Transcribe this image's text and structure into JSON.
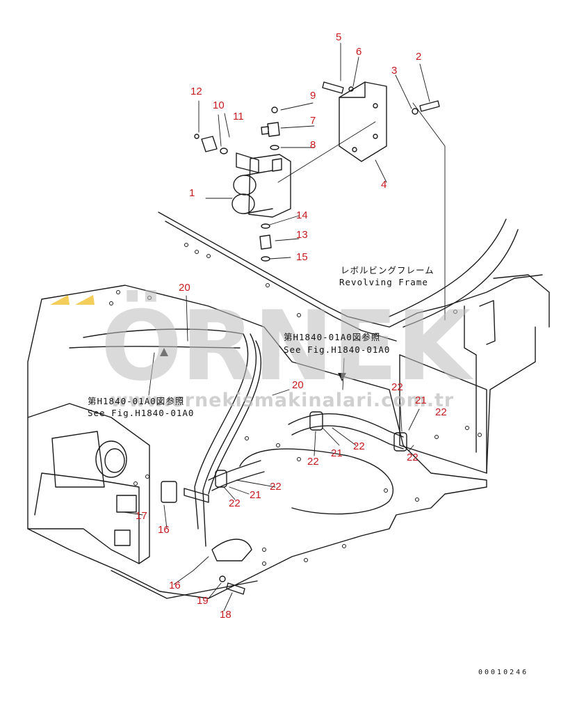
{
  "watermark": {
    "brand": "ÖRNEK",
    "url": "www.ornekismakinalari.com.tr",
    "accent_color": "#f1c232"
  },
  "callouts": {
    "c1": "1",
    "c2": "2",
    "c3": "3",
    "c4": "4",
    "c5": "5",
    "c6": "6",
    "c7": "7",
    "c8": "8",
    "c9": "9",
    "c10": "10",
    "c11": "11",
    "c12": "12",
    "c13": "13",
    "c14": "14",
    "c15": "15",
    "c16a": "16",
    "c16b": "16",
    "c17": "17",
    "c18": "18",
    "c19": "19",
    "c20a": "20",
    "c20b": "20",
    "c21a": "21",
    "c21b": "21",
    "c21c": "21",
    "c22a": "22",
    "c22b": "22",
    "c22c": "22",
    "c22d": "22",
    "c22e": "22",
    "c22f": "22",
    "c22g": "22"
  },
  "notes": {
    "frame_jp": "レボルビングフレーム",
    "frame_en": "Revolving Frame",
    "ref1_jp": "第H1840-01A0図参照",
    "ref1_en": "See Fig.H1840-01A0",
    "ref2_jp": "第H1840-01A0図参照",
    "ref2_en": "See Fig.H1840-01A0"
  },
  "drawing_number": "00010246",
  "colors": {
    "callout": "#c8191e",
    "line": "#1a1a1a"
  }
}
